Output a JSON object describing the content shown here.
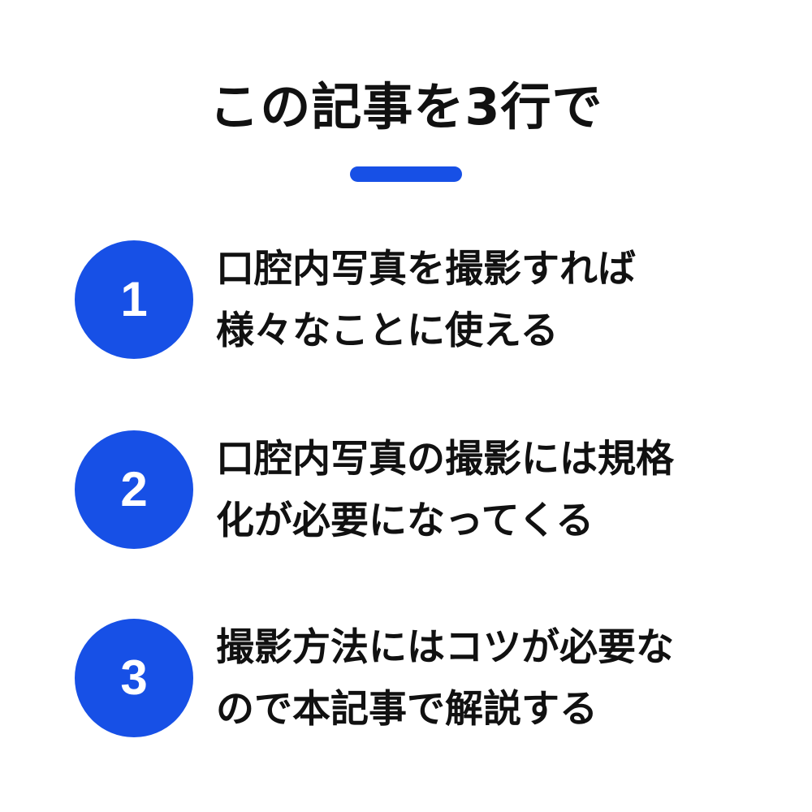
{
  "header": {
    "title": "この記事を3行で",
    "accent_color": "#1750e6"
  },
  "points": [
    {
      "number": "1",
      "lines": [
        "口腔内写真を撮影すれば",
        "様々なことに使える"
      ]
    },
    {
      "number": "2",
      "lines": [
        "口腔内写真の撮影には規格",
        "化が必要になってくる"
      ]
    },
    {
      "number": "3",
      "lines": [
        "撮影方法にはコツが必要な",
        "ので本記事で解説する"
      ]
    }
  ]
}
